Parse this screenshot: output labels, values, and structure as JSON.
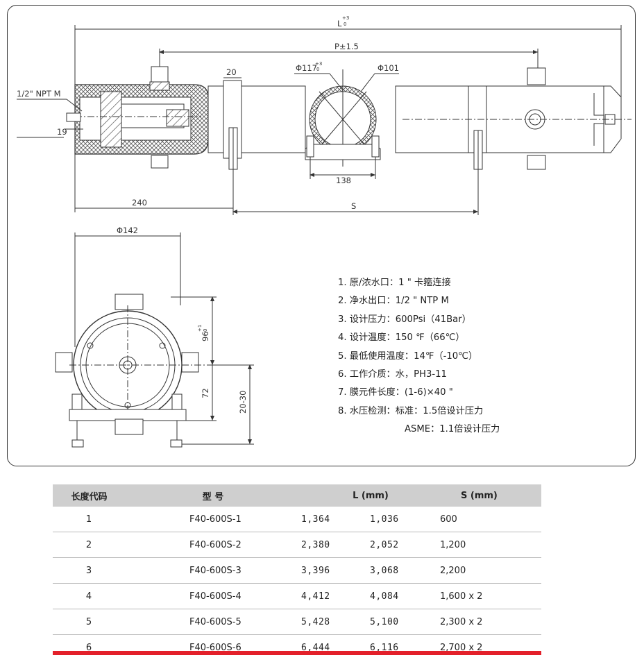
{
  "drawing": {
    "dims": {
      "L": "L",
      "L_tol_upper": "+3",
      "L_tol_lower": "0",
      "P": "P±1.5",
      "npt": "1/2\" NPT M",
      "d19": "19",
      "d20": "20",
      "d117": "Φ117",
      "d117_tol_upper": "+3",
      "d117_tol_lower": "0",
      "d101": "Φ101",
      "d138": "138",
      "d240": "240",
      "S": "S",
      "d142": "Φ142",
      "d96": "96",
      "d96_tol": "+1",
      "d96_tol2": "0",
      "d72": "72",
      "d20_30": "20-30"
    }
  },
  "notes": [
    "1. 原/浓水口：1 \" 卡箍连接",
    "2. 净水出口：1/2 \" NTP M",
    "3. 设计压力：600Psi（41Bar）",
    "4. 设计温度：150 ℉（66℃）",
    "5. 最低使用温度：14℉（-10℃）",
    "6. 工作介质：水，PH3-11",
    "7. 膜元件长度：(1-6)×40 \"",
    "8. 水压检测：标准：1.5倍设计压力",
    "ASME：1.1倍设计压力"
  ],
  "table": {
    "headers": [
      "长度代码",
      "型 号",
      "L (mm)",
      "S (mm)"
    ],
    "rows": [
      [
        "1",
        "F40-600S-1",
        "1,364",
        "1,036",
        "600"
      ],
      [
        "2",
        "F40-600S-2",
        "2,380",
        "2,052",
        "1,200"
      ],
      [
        "3",
        "F40-600S-3",
        "3,396",
        "3,068",
        "2,200"
      ],
      [
        "4",
        "F40-600S-4",
        "4,412",
        "4,084",
        "1,600 x 2"
      ],
      [
        "5",
        "F40-600S-5",
        "5,428",
        "5,100",
        "2,300 x 2"
      ],
      [
        "6",
        "F40-600S-6",
        "6,444",
        "6,116",
        "2,700 x 2"
      ]
    ]
  },
  "colors": {
    "accent_bar": "#e3202a",
    "header_bg": "#cfcfcf",
    "line": "#333333"
  }
}
